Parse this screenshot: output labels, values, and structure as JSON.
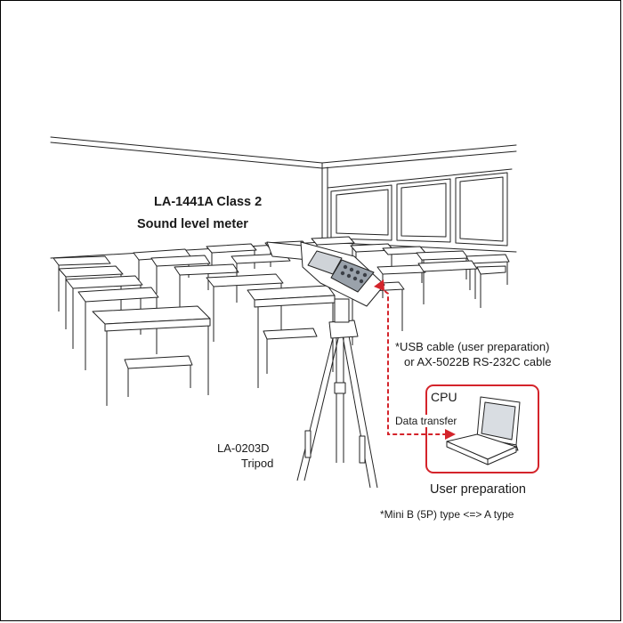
{
  "labels": {
    "meter_line1": "LA-1441A  Class 2",
    "meter_line2": "Sound level meter",
    "cable_line1": "*USB cable (user preparation)",
    "cable_line2": "or AX-5022B RS-232C cable",
    "cpu": "CPU",
    "data_transfer": "Data transfer",
    "tripod_line1": "LA-0203D",
    "tripod_line2": "Tripod",
    "user_preparation": "User preparation",
    "footnote": "*Mini B (5P) type <=> A type"
  },
  "colors": {
    "accent_red": "#d4242b",
    "line": "#222222"
  }
}
